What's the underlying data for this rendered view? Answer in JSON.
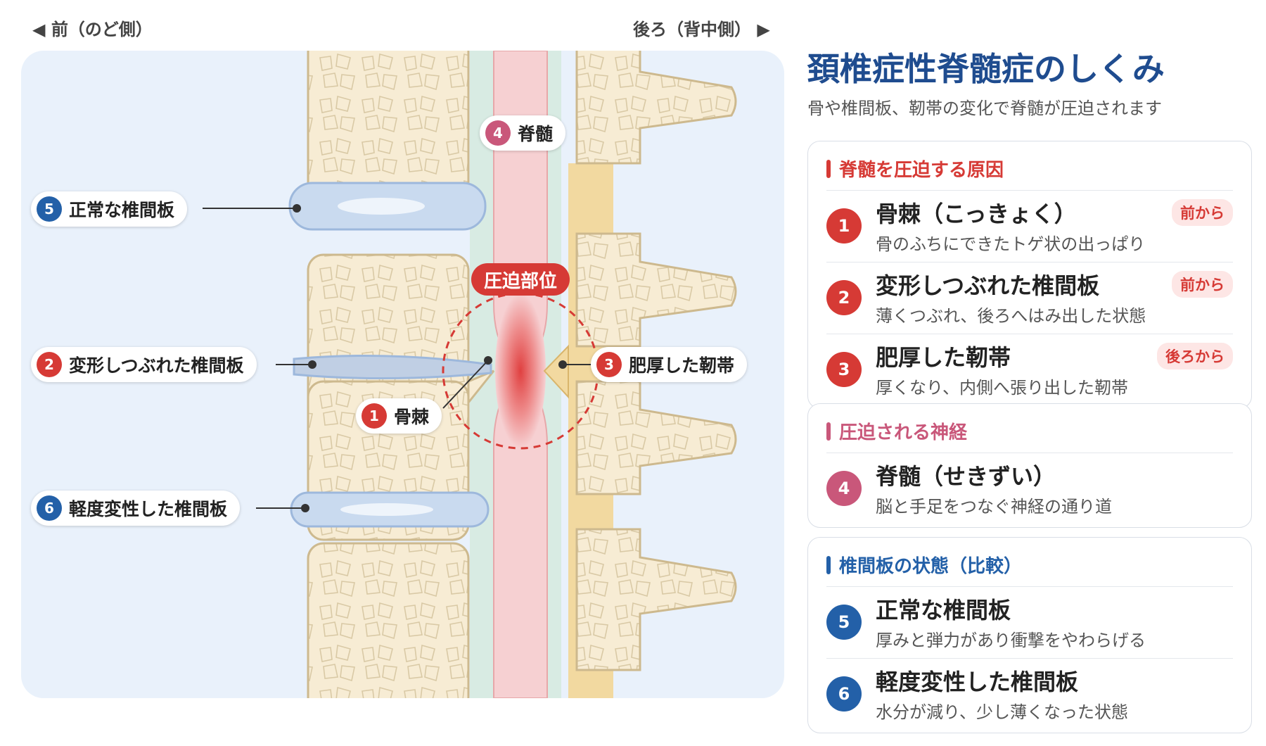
{
  "axis": {
    "front": "◀ 前（のど側）",
    "back": "後ろ（背中側） ▶"
  },
  "header": {
    "title": "頚椎症性脊髄症のしくみ",
    "subtitle": "骨や椎間板、靭帯の変化で脊髄が圧迫されます"
  },
  "diagram": {
    "compression_badge": "圧迫部位",
    "callouts": [
      {
        "num": "4",
        "label": "脊髄"
      },
      {
        "num": "5",
        "label": "正常な椎間板"
      },
      {
        "num": "2",
        "label": "変形しつぶれた椎間板"
      },
      {
        "num": "3",
        "label": "肥厚した靭帯"
      },
      {
        "num": "1",
        "label": "骨棘"
      },
      {
        "num": "6",
        "label": "軽度変性した椎間板"
      }
    ]
  },
  "panels": {
    "causes": {
      "heading": "脊髄を圧迫する原因",
      "items": [
        {
          "num": "1",
          "title": "骨棘（こっきょく）",
          "desc": "骨のふちにできたトゲ状の出っぱり",
          "direction": "前から"
        },
        {
          "num": "2",
          "title": "変形しつぶれた椎間板",
          "desc": "薄くつぶれ、後ろへはみ出した状態",
          "direction": "前から"
        },
        {
          "num": "3",
          "title": "肥厚した靭帯",
          "desc": "厚くなり、内側へ張り出した靭帯",
          "direction": "後ろから"
        }
      ]
    },
    "nerve": {
      "heading": "圧迫される神経",
      "items": [
        {
          "num": "4",
          "title": "脊髄（せきずい）",
          "desc": "脳と手足をつなぐ神経の通り道"
        }
      ]
    },
    "discs": {
      "heading": "椎間板の状態（比較）",
      "items": [
        {
          "num": "5",
          "title": "正常な椎間板",
          "desc": "厚みと弾力があり衝撃をやわらげる"
        },
        {
          "num": "6",
          "title": "軽度変性した椎間板",
          "desc": "水分が減り、少し薄くなった状態"
        }
      ]
    }
  },
  "colors": {
    "accent_red": "#d63a35",
    "accent_pink": "#c9577a",
    "accent_blue": "#2360a8",
    "title_blue": "#1f4c8f",
    "bone": "#f7ecd4",
    "ligament": "#f2d9a0",
    "spinal_cord": "#f6d0d2",
    "dura": "#d8ebe3",
    "disc": "#c9daef"
  }
}
